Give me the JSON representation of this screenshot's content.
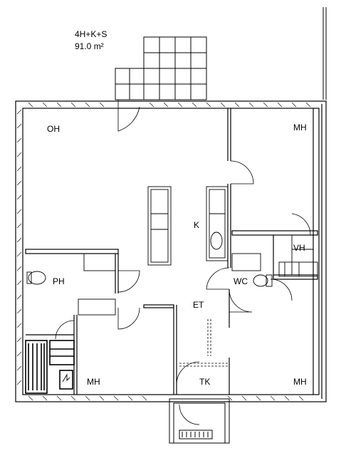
{
  "summary": {
    "layout": "4H+K+S",
    "area": "91.0  m²"
  },
  "rooms": {
    "oh": "OH",
    "mh_top_right": "MH",
    "k": "K",
    "vh": "VH",
    "ph": "PH",
    "wc": "WC",
    "et": "ET",
    "mh_bottom_left": "MH",
    "tk": "TK",
    "mh_bottom_right": "MH"
  }
}
